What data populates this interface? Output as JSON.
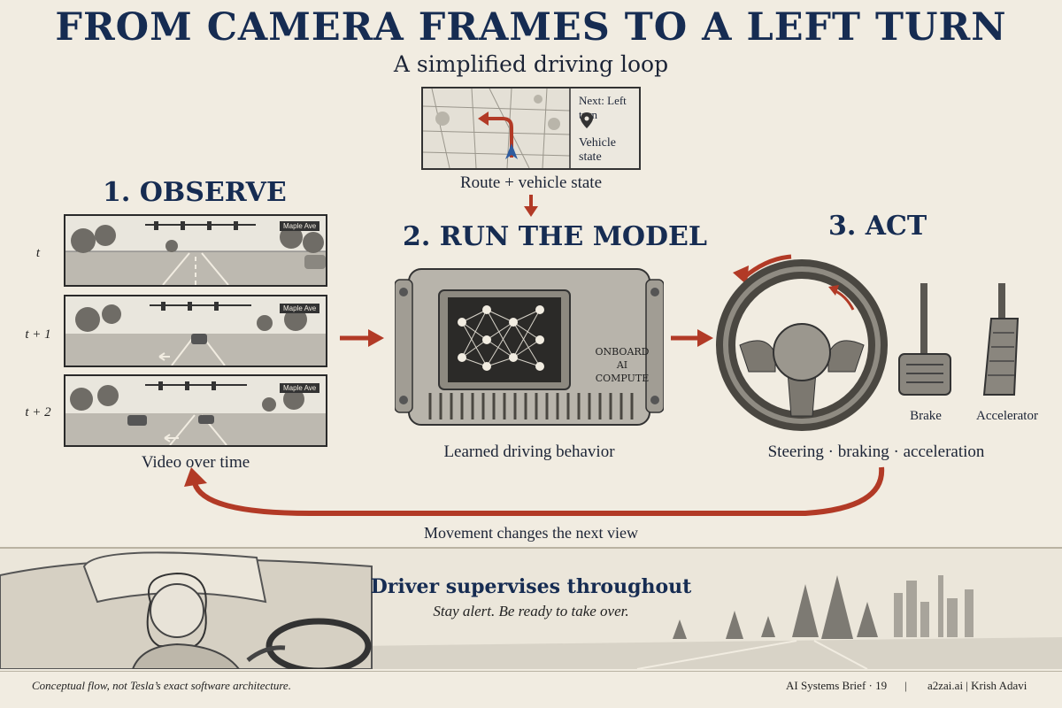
{
  "header": {
    "title": "FROM CAMERA FRAMES TO A LEFT TURN",
    "subtitle": "A simplified driving loop"
  },
  "route": {
    "next_turn": "Next: Left turn",
    "vehicle_state": "Vehicle state",
    "caption": "Route + vehicle state"
  },
  "observe": {
    "heading": "1.  OBSERVE",
    "frames": [
      {
        "time": "t",
        "sign": "Maple Ave"
      },
      {
        "time": "t + 1",
        "sign": "Maple Ave"
      },
      {
        "time": "t + 2",
        "sign": "Maple Ave"
      }
    ],
    "caption": "Video over time"
  },
  "model": {
    "heading": "2.  RUN THE MODEL",
    "chip_text": [
      "ONBOARD",
      "AI",
      "COMPUTE"
    ],
    "caption": "Learned driving behavior"
  },
  "act": {
    "heading": "3.  ACT",
    "brake": "Brake",
    "accelerator": "Accelerator",
    "caption": "Steering · braking · acceleration"
  },
  "loop": {
    "caption": "Movement changes the next view"
  },
  "supervision": {
    "title": "Driver supervises throughout",
    "subtitle": "Stay alert. Be ready to take over."
  },
  "footer": {
    "disclaimer": "Conceptual flow, not Tesla’s exact software architecture.",
    "series": "AI Systems Brief · 19",
    "separator": "|",
    "credit": "a2zai.ai | Krish Adavi"
  },
  "colors": {
    "accent_red": "#b23a26",
    "navy": "#162c52",
    "paper": "#f1ece1"
  }
}
